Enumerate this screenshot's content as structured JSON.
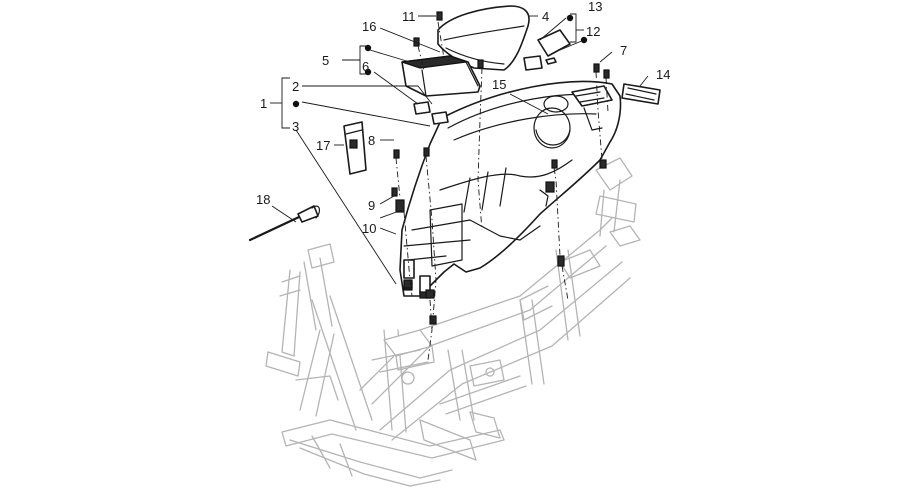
{
  "callouts": {
    "c1": "1",
    "c2": "2",
    "c3": "3",
    "c4": "4",
    "c5": "5",
    "c6": "6",
    "c7": "7",
    "c8": "8",
    "c9": "9",
    "c10": "10",
    "c11": "11",
    "c12": "12",
    "c13": "13",
    "c14": "14",
    "c15": "15",
    "c16": "16",
    "c17": "17",
    "c18": "18"
  }
}
